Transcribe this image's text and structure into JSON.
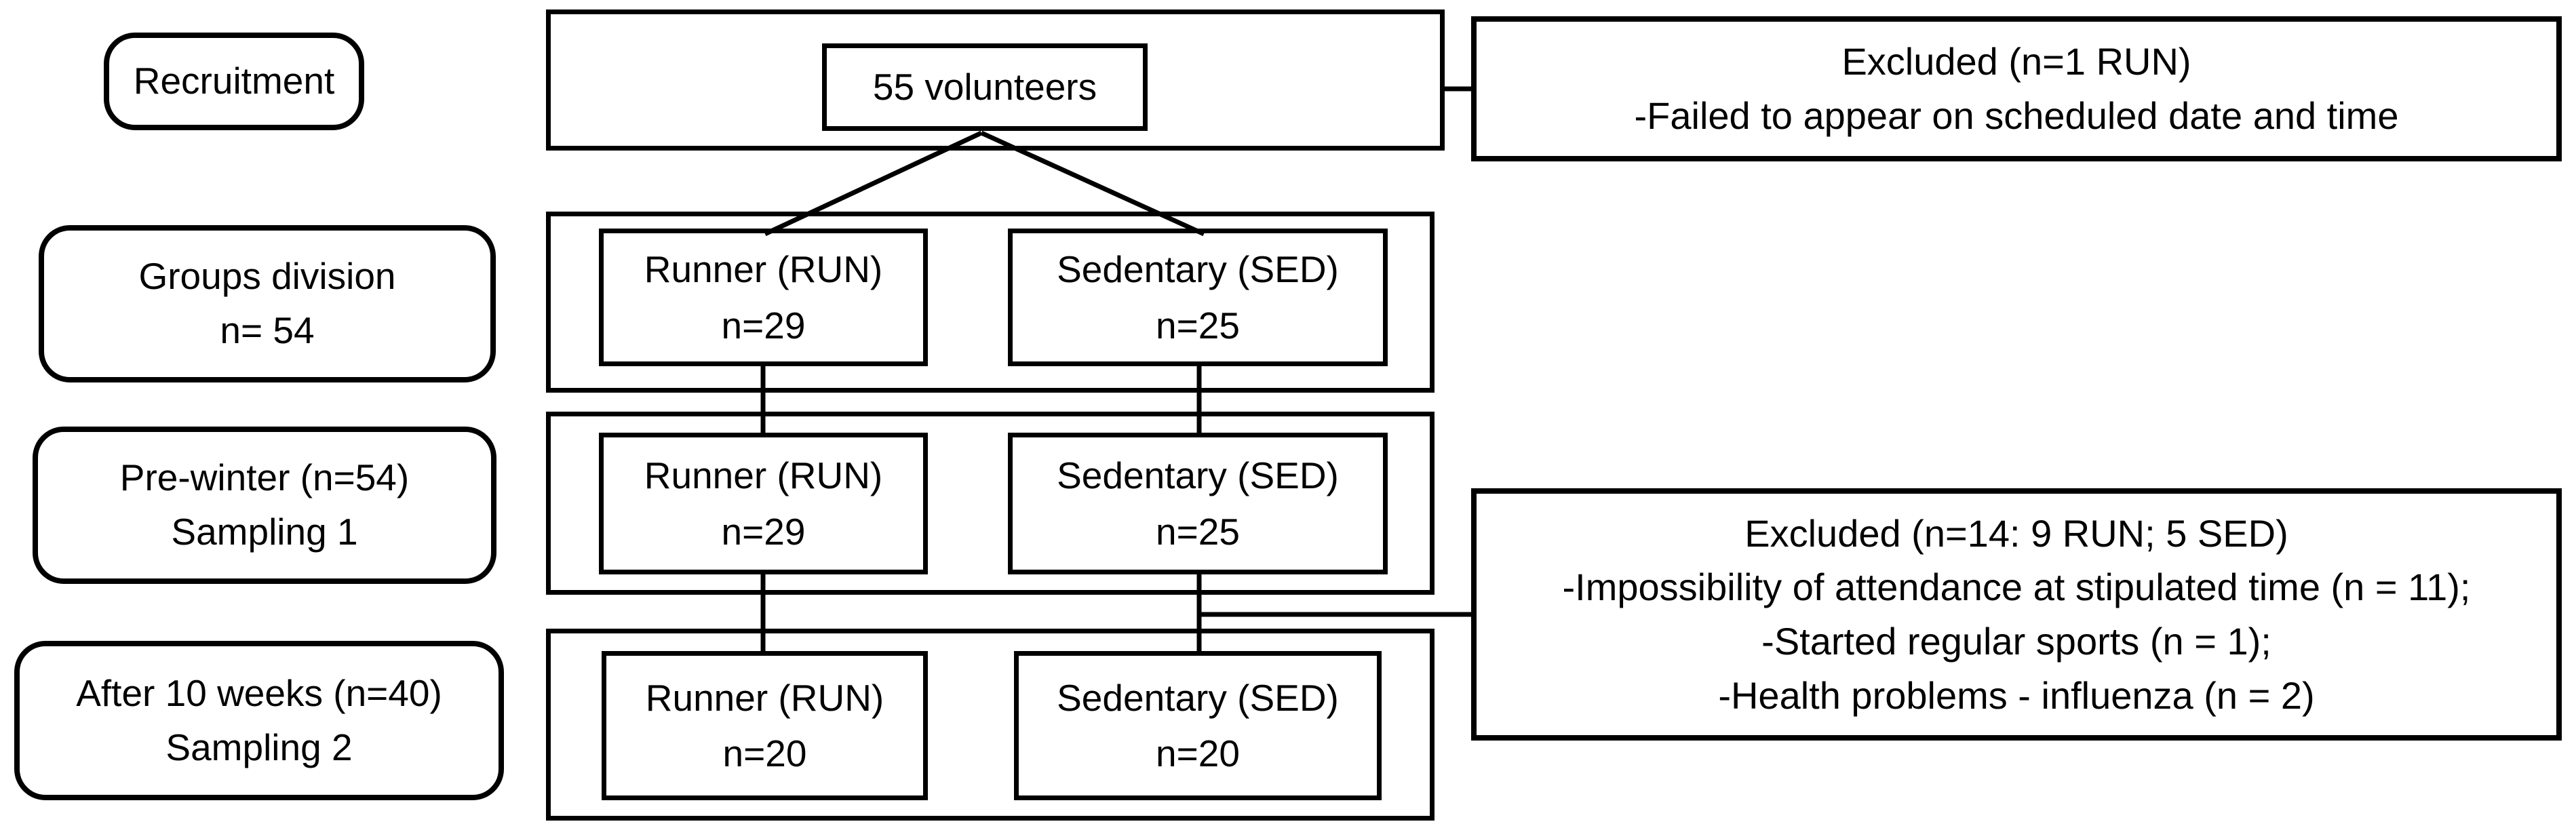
{
  "flow": {
    "colors": {
      "background": "#ffffff",
      "line": "#000000",
      "text": "#000000"
    },
    "stage_labels": [
      {
        "line1": "Recruitment",
        "line2": ""
      },
      {
        "line1": "Groups division",
        "line2": "n= 54"
      },
      {
        "line1": "Pre-winter (n=54)",
        "line2": "Sampling 1"
      },
      {
        "line1": "After 10 weeks (n=40)",
        "line2": "Sampling 2"
      }
    ],
    "nodes": {
      "volunteers": {
        "line1": "55 volunteers"
      },
      "row2_run": {
        "line1": "Runner (RUN)",
        "line2": "n=29"
      },
      "row2_sed": {
        "line1": "Sedentary (SED)",
        "line2": "n=25"
      },
      "row3_run": {
        "line1": "Runner (RUN)",
        "line2": "n=29"
      },
      "row3_sed": {
        "line1": "Sedentary (SED)",
        "line2": "n=25"
      },
      "row4_run": {
        "line1": "Runner (RUN)",
        "line2": "n=20"
      },
      "row4_sed": {
        "line1": "Sedentary (SED)",
        "line2": "n=20"
      }
    },
    "exclusions": {
      "recruitment": {
        "title": "Excluded (n=1 RUN)",
        "reasons": [
          "-Failed to appear on scheduled date and time"
        ]
      },
      "followup": {
        "title": "Excluded (n=14: 9 RUN; 5 SED)",
        "reasons": [
          "-Impossibility of attendance at stipulated time (n = 11);",
          "-Started regular sports (n = 1);",
          "-Health problems - influenza (n = 2)"
        ]
      }
    }
  }
}
